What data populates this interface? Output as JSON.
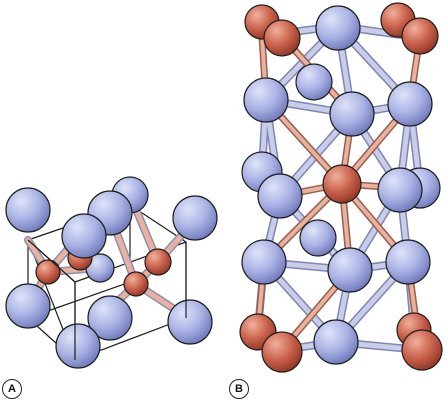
{
  "panels": [
    {
      "label": "A"
    },
    {
      "label": "B"
    }
  ],
  "colors": {
    "blue_atom": "#a9b2e4",
    "blue_atom_shade": "#6d77b8",
    "red_atom": "#c9614b",
    "red_atom_shade": "#8e3525",
    "blue_bond": "#c9cdea",
    "red_bond": "#e8b29e",
    "outline": "#1e1e1e"
  },
  "icons": [
    "crystal-structure-illustration"
  ]
}
